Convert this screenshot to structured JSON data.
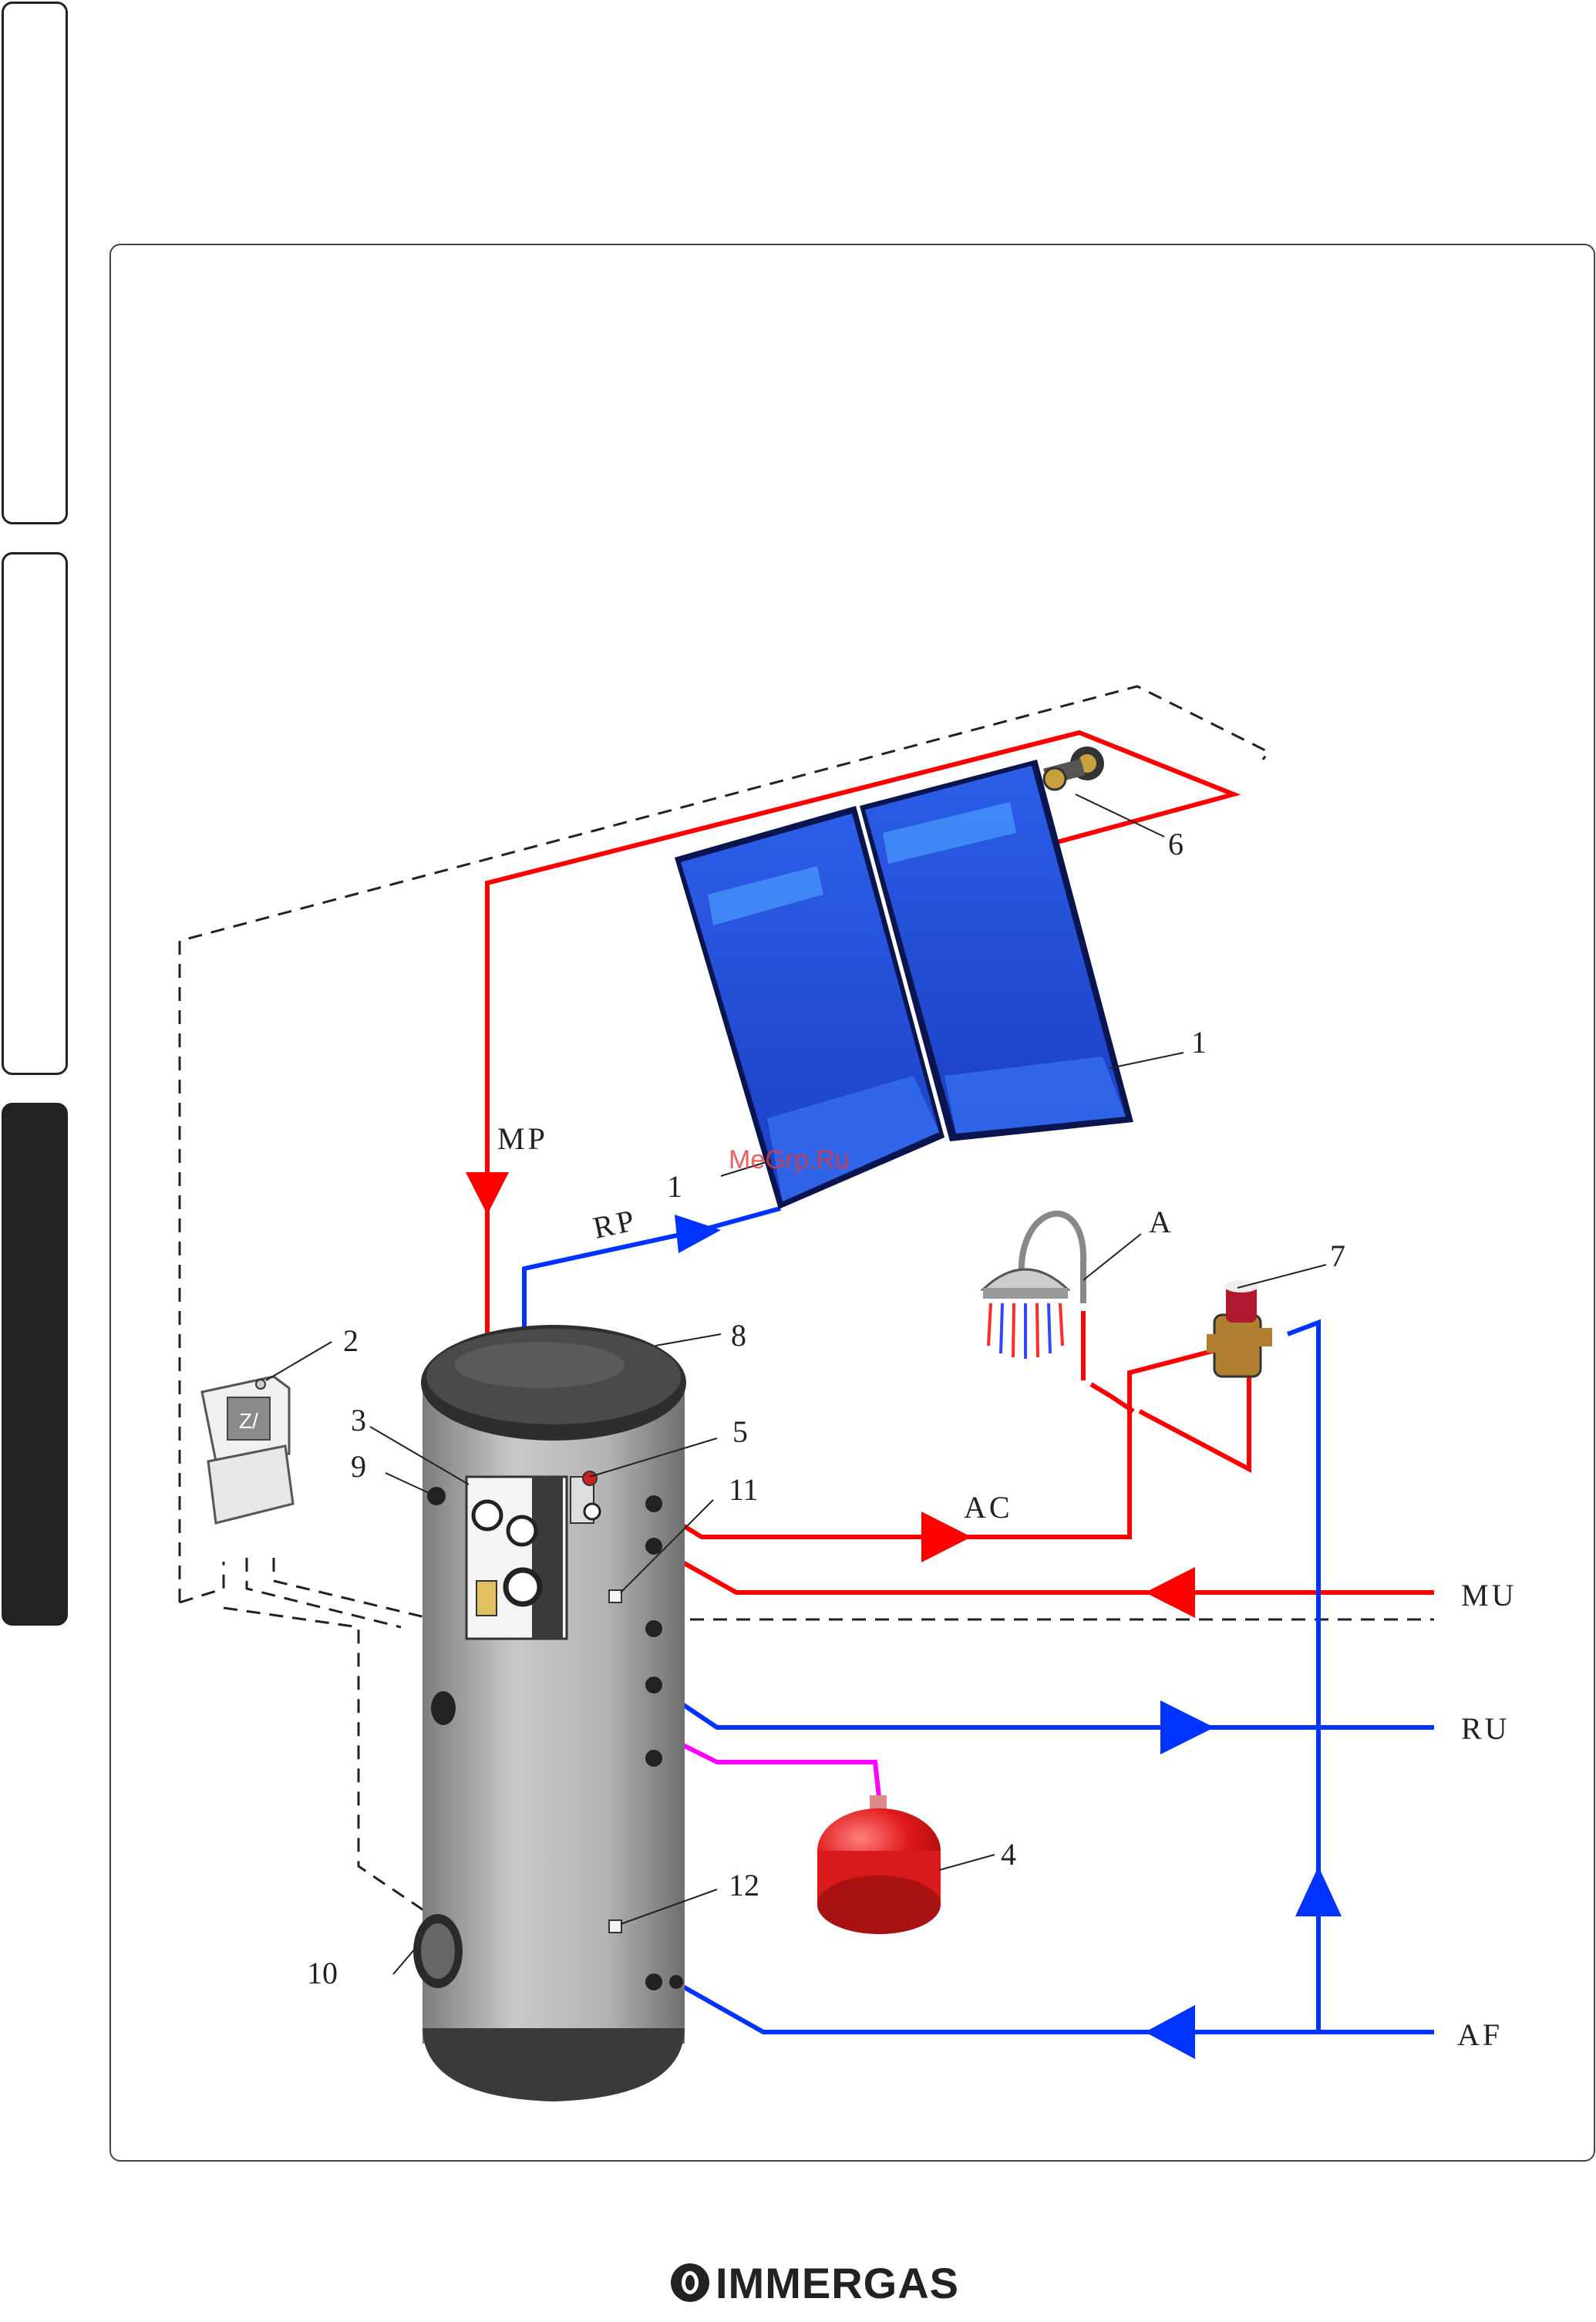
{
  "labels": {
    "collector_top": "1",
    "collector_bottom": "1",
    "control_unit": "2",
    "solar_group": "3",
    "expansion_vessel": "4",
    "item5": "5",
    "vent_valve": "6",
    "mixing_valve": "7",
    "tank_top": "8",
    "item9": "9",
    "item10": "10",
    "sensor11": "11",
    "sensor12": "12",
    "shower": "A"
  },
  "pipe_codes": {
    "mp": "MP",
    "rp": "RP",
    "ac": "AC",
    "mu": "MU",
    "ru": "RU",
    "af": "AF"
  },
  "watermark": "MeGrp.Ru",
  "brand": "IMMERGAS",
  "colors": {
    "hot": "#ff0000",
    "cold": "#0033ff",
    "expansion": "#ff00ff",
    "panel": "#1f4fd8",
    "tank": "#a8a8a8",
    "vessel": "#e01818"
  }
}
